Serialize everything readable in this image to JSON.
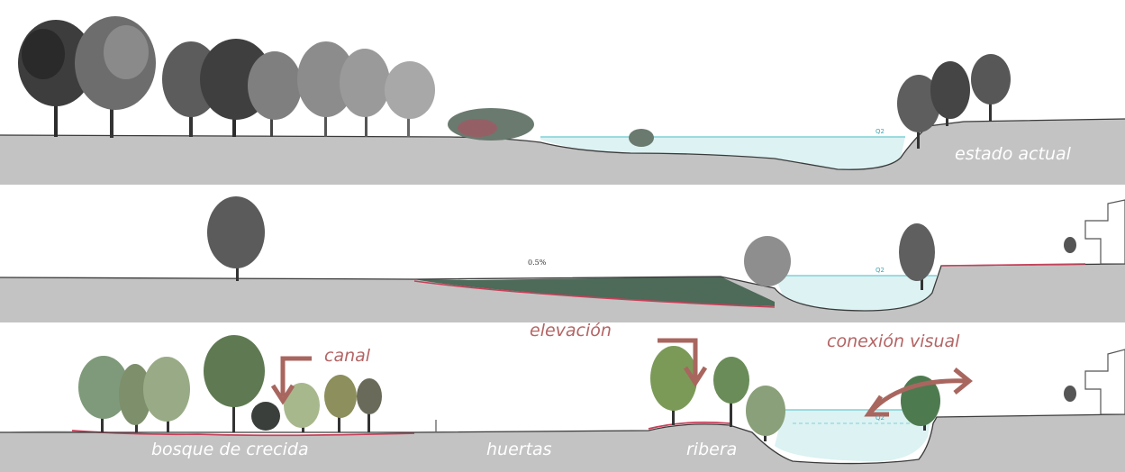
{
  "labels": {
    "estado_actual": "estado actual",
    "elevacion": "elevación",
    "conexion_visual": "conexión visual",
    "canal": "canal",
    "bosque": "bosque de crecida",
    "huertas": "huertas",
    "ribera": "ribera"
  },
  "annotations": {
    "slope": "0.5%",
    "water_level_1": "Q2",
    "water_level_2": "Q2",
    "water_level_3": "Q2"
  },
  "colors": {
    "ground": "#c3c3c3",
    "water": "#dcf2f3",
    "water_line": "#7fd2d6",
    "accent_red": "#c8405a",
    "arrow": "#a8665f",
    "label_red": "#b46464",
    "fill_band": "#4e6a59"
  },
  "icons": {
    "tree": "tree-icon",
    "shrub": "shrub-icon",
    "building": "building-outline-icon",
    "arrow_down": "bent-arrow-down-icon",
    "arrow_double": "double-curved-arrow-icon"
  }
}
